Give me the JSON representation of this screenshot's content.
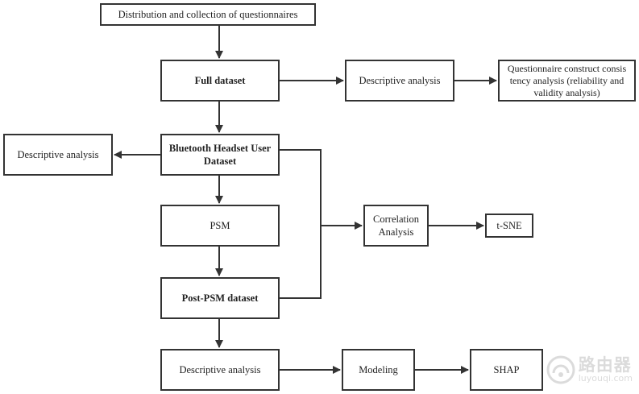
{
  "nodes": {
    "distribution": "Distribution and collection of questionnaires",
    "full_dataset": "Full dataset",
    "descriptive_full": "Descriptive analysis",
    "construct_consistency": "Questionnaire construct consis tency analysis (reliability and validity analysis)",
    "descriptive_bluetooth": "Descriptive analysis",
    "bluetooth_dataset": "Bluetooth Headset User Dataset",
    "psm": "PSM",
    "correlation": "Correlation Analysis",
    "tsne": "t-SNE",
    "post_psm": "Post-PSM dataset",
    "descriptive_post": "Descriptive analysis",
    "modeling": "Modeling",
    "shap": "SHAP"
  },
  "edges": [
    {
      "from": "distribution",
      "to": "full_dataset"
    },
    {
      "from": "full_dataset",
      "to": "descriptive_full"
    },
    {
      "from": "descriptive_full",
      "to": "construct_consistency"
    },
    {
      "from": "full_dataset",
      "to": "bluetooth_dataset"
    },
    {
      "from": "bluetooth_dataset",
      "to": "descriptive_bluetooth"
    },
    {
      "from": "bluetooth_dataset",
      "to": "psm"
    },
    {
      "from": "psm",
      "to": "post_psm"
    },
    {
      "from": "bluetooth_dataset",
      "to": "correlation"
    },
    {
      "from": "post_psm",
      "to": "correlation"
    },
    {
      "from": "correlation",
      "to": "tsne"
    },
    {
      "from": "post_psm",
      "to": "descriptive_post"
    },
    {
      "from": "descriptive_post",
      "to": "modeling"
    },
    {
      "from": "modeling",
      "to": "shap"
    }
  ],
  "watermark": {
    "name": "路由器",
    "url": "luyouqi.com"
  },
  "colors": {
    "stroke": "#333333",
    "text": "#222222",
    "watermark": "#9a9a9a"
  }
}
